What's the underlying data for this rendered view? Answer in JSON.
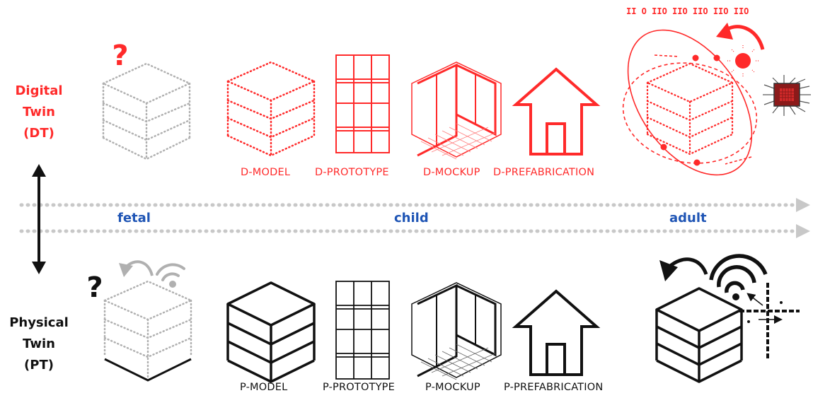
{
  "colors": {
    "digital": "#ff2a2a",
    "physical": "#111111",
    "stage_text": "#1f55b5",
    "timeline": "#c8c8c8",
    "ghost": "#b0b0b0"
  },
  "digital_twin": {
    "line1": "Digital",
    "line2": "Twin",
    "line3": "(DT)"
  },
  "physical_twin": {
    "line1": "Physical",
    "line2": "Twin",
    "line3": "(PT)"
  },
  "stages": {
    "fetal": "fetal",
    "child": "child",
    "adult": "adult"
  },
  "digital_items": {
    "model": "D-MODEL",
    "prototype": "D-PROTOTYPE",
    "mockup": "D-MOCKUP",
    "prefabrication": "D-PREFABRICATION"
  },
  "physical_items": {
    "model": "P-MODEL",
    "prototype": "P-PROTOTYPE",
    "mockup": "P-MOCKUP",
    "prefabrication": "P-PREFABRICATION"
  },
  "binary_text": "II O IIO IIO  IIO IIO IIO",
  "question_mark": "?",
  "icons": [
    "question-icon",
    "cube-icon",
    "grid-panel-icon",
    "room-corner-icon",
    "house-icon",
    "orbit-icon",
    "sun-icon",
    "chip-icon",
    "wifi-icon",
    "curved-arrow-icon",
    "crosshair-icon",
    "double-arrow-icon"
  ]
}
